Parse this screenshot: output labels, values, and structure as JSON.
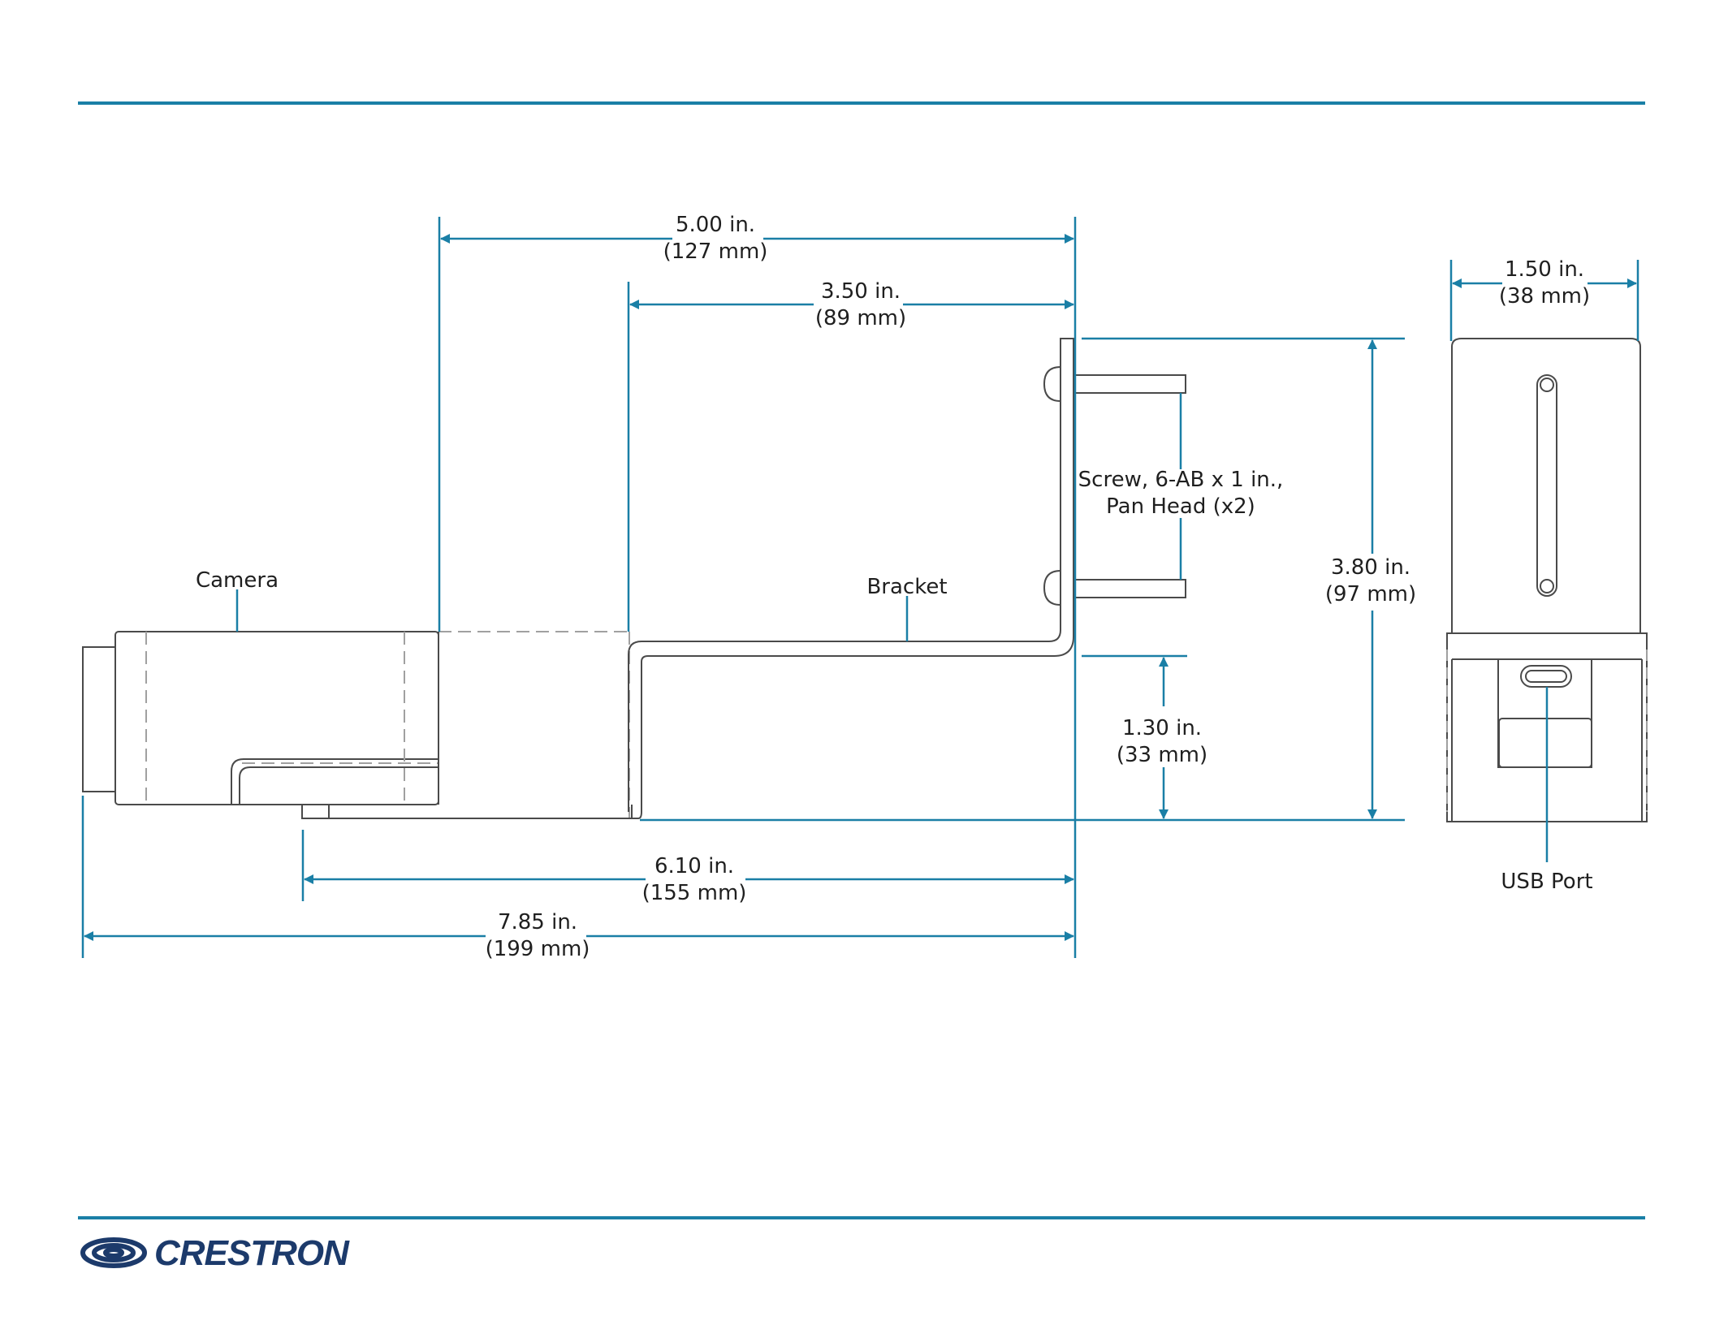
{
  "colors": {
    "accent": "#1a7fa6",
    "outline": "#4a4a4a",
    "hidden_line": "#a0a0a0",
    "logo": "#1c3a6b"
  },
  "brand": {
    "name": "CRESTRON"
  },
  "callouts": {
    "camera": "Camera",
    "bracket": "Bracket",
    "screw_line1": "Screw, 6-AB x 1 in.,",
    "screw_line2": "Pan Head (x2)",
    "usb_port": "USB Port"
  },
  "dimensions": [
    {
      "id": "overall-width",
      "in": "5.00 in.",
      "mm": "(127 mm)"
    },
    {
      "id": "bracket-width",
      "in": "3.50 in.",
      "mm": "(89 mm)"
    },
    {
      "id": "side-width",
      "in": "1.50 in.",
      "mm": "(38 mm)"
    },
    {
      "id": "total-height",
      "in": "3.80 in.",
      "mm": "(97 mm)"
    },
    {
      "id": "lower-height",
      "in": "1.30 in.",
      "mm": "(33 mm)"
    },
    {
      "id": "base-length",
      "in": "6.10 in.",
      "mm": "(155 mm)"
    },
    {
      "id": "total-length",
      "in": "7.85 in.",
      "mm": "(199 mm)"
    }
  ]
}
